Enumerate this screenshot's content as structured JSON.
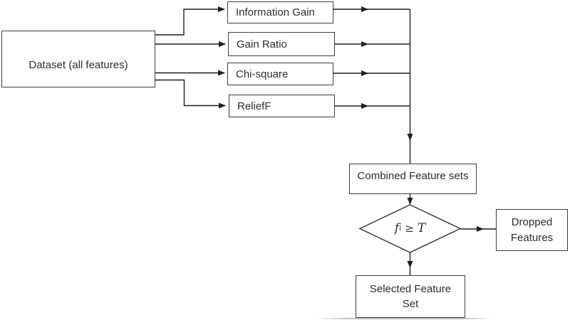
{
  "colors": {
    "background": "#ffffff",
    "box_border": "#3f3f3f",
    "connector_line": "#1f1f1f",
    "text": "#2e2e2e"
  },
  "nodes": {
    "dataset": {
      "label": "Dataset (all features)"
    },
    "methods": [
      {
        "label": "Information Gain"
      },
      {
        "label": "Gain Ratio"
      },
      {
        "label": "Chi-square"
      },
      {
        "label": "ReliefF"
      }
    ],
    "combined": {
      "label": "Combined Feature sets"
    },
    "decision": {
      "variable": "f",
      "subscript": "i",
      "operator": "≥",
      "threshold": "T"
    },
    "dropped": {
      "line1": "Dropped",
      "line2": "Features"
    },
    "selected": {
      "line1": "Selected Feature",
      "line2": "Set"
    }
  }
}
